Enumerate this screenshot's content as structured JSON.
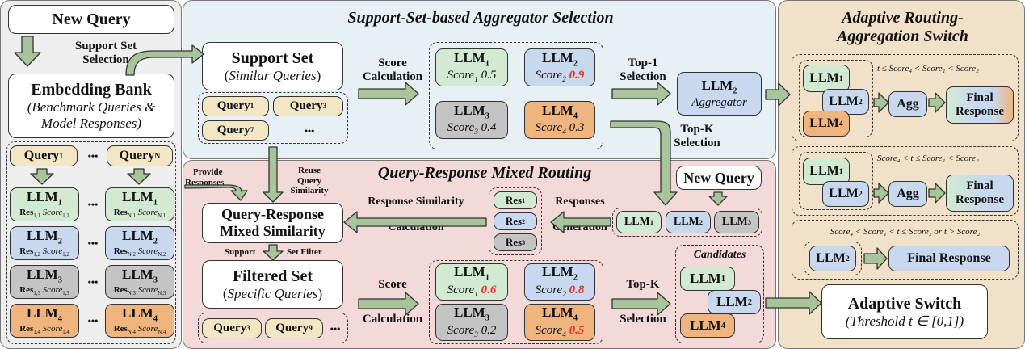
{
  "left": {
    "new_query": "New Query",
    "support_selection": [
      "Support Set",
      "Selection"
    ],
    "embedding_bank": "Embedding Bank",
    "embedding_sub": [
      "(Benchmark Queries &",
      "Model Responses)"
    ],
    "query_1": "Query",
    "query_1_sub": "1",
    "query_n": "Query",
    "query_n_sub": "N",
    "dots": "•••",
    "llm_rows": [
      {
        "name": "LLM",
        "idx": "1",
        "res1": "Res",
        "res1sub": "1,1",
        "sc1": "Score",
        "sc1sub": "1,1",
        "resn": "Res",
        "resnsub": "N,1",
        "scn": "Score",
        "scnsub": "N,1"
      },
      {
        "name": "LLM",
        "idx": "2",
        "res1": "Res",
        "res1sub": "1,2",
        "sc1": "Score",
        "sc1sub": "1,2",
        "resn": "Res",
        "resnsub": "N,2",
        "scn": "Score",
        "scnsub": "N,2"
      },
      {
        "name": "LLM",
        "idx": "3",
        "res1": "Res",
        "res1sub": "1,3",
        "sc1": "Score",
        "sc1sub": "1,3",
        "resn": "Res",
        "resnsub": "N,3",
        "scn": "Score",
        "scnsub": "N,3"
      },
      {
        "name": "LLM",
        "idx": "4",
        "res1": "Res",
        "res1sub": "1,4",
        "sc1": "Score",
        "sc1sub": "1,4",
        "resn": "Res",
        "resnsub": "N,4",
        "scn": "Score",
        "scnsub": "N,4"
      }
    ]
  },
  "top": {
    "title": "Support-Set-based Aggregator Selection",
    "support_set": "Support Set",
    "support_sub": "Similar Queries",
    "q1": "Query",
    "q1s": "1",
    "q3": "Query",
    "q3s": "3",
    "q7": "Query",
    "q7s": "7",
    "ellipsis": "•••",
    "score_calc": [
      "Score",
      "Calculation"
    ],
    "scores": [
      {
        "llm": "LLM",
        "idx": "1",
        "sc": "Score",
        "scs": "1",
        "val": "0.5",
        "hi": false
      },
      {
        "llm": "LLM",
        "idx": "2",
        "sc": "Score",
        "scs": "2",
        "val": "0.9",
        "hi": true
      },
      {
        "llm": "LLM",
        "idx": "3",
        "sc": "Score",
        "scs": "3",
        "val": "0.4",
        "hi": false
      },
      {
        "llm": "LLM",
        "idx": "4",
        "sc": "Score",
        "scs": "4",
        "val": "0.3",
        "hi": false
      }
    ],
    "top1": [
      "Top-1",
      "Selection"
    ],
    "aggregator_llm": "LLM",
    "aggregator_idx": "2",
    "aggregator": "Aggregator",
    "topk": [
      "Top-K",
      "Selection"
    ]
  },
  "mid": {
    "title": "Query-Response Mixed Routing",
    "provide": [
      "Provide",
      "Responses"
    ],
    "reuse": [
      "Reuse",
      "Query",
      "Similarity"
    ],
    "qr_sim": [
      "Query-Response",
      "Mixed Similarity"
    ],
    "resp_sim": [
      "Response Similarity",
      "Calculation"
    ],
    "res": [
      {
        "t": "Res",
        "s": "1"
      },
      {
        "t": "Res",
        "s": "2"
      },
      {
        "t": "Res",
        "s": "3"
      }
    ],
    "resp_gen": [
      "Responses",
      "Generation"
    ],
    "new_query": "New Query",
    "llms": [
      {
        "t": "LLM",
        "s": "1"
      },
      {
        "t": "LLM",
        "s": "2"
      },
      {
        "t": "LLM",
        "s": "3"
      }
    ],
    "support": "Support",
    "set_filter": "Set Filter",
    "filtered": "Filtered Set",
    "filtered_sub": "Specific Queries",
    "q3": "Query",
    "q3s": "3",
    "q9": "Query",
    "q9s": "9",
    "ellipsis": "•••",
    "score_calc": [
      "Score",
      "Calculation"
    ],
    "scores": [
      {
        "llm": "LLM",
        "idx": "1",
        "sc": "Score",
        "scs": "1",
        "val": "0.6",
        "hi": true
      },
      {
        "llm": "LLM",
        "idx": "2",
        "sc": "Score",
        "scs": "2",
        "val": "0.8",
        "hi": true
      },
      {
        "llm": "LLM",
        "idx": "3",
        "sc": "Score",
        "scs": "3",
        "val": "0.2",
        "hi": false
      },
      {
        "llm": "LLM",
        "idx": "4",
        "sc": "Score",
        "scs": "4",
        "val": "0.5",
        "hi": true
      }
    ],
    "topk": [
      "Top-K",
      "Selection"
    ],
    "candidates": "Candidates",
    "cands": [
      {
        "t": "LLM",
        "s": "1"
      },
      {
        "t": "LLM",
        "s": "2"
      },
      {
        "t": "LLM",
        "s": "4"
      }
    ]
  },
  "right": {
    "title": [
      "Adaptive Routing-",
      "Aggregation Switch"
    ],
    "agg": "Agg",
    "final": [
      "Final",
      "Response"
    ],
    "final_single": "Final Response",
    "cond1": "t ≤ Score₄ < Score₁ < Score₂",
    "cond2": "Score₄ < t ≤ Score₁ < Score₂",
    "cond3": "Score₄ < Score₁ < t ≤ Score₂ or t > Score₂",
    "llm": "LLM",
    "adaptive_switch": "Adaptive Switch",
    "threshold": "Threshold t ∈ [0,1]"
  },
  "colors": {
    "green": "#d2ead2",
    "blue": "#c7d8ef",
    "gray": "#c4c4c4",
    "orange": "#f0b47f",
    "beige": "#f3e6c4",
    "arrow": "#a8c49a",
    "panel_left": "#eeeeee",
    "panel_top": "#e6f0f5",
    "panel_mid": "#f4d9d9",
    "panel_right": "#f1e1c8",
    "highlight": "#e5332a"
  }
}
